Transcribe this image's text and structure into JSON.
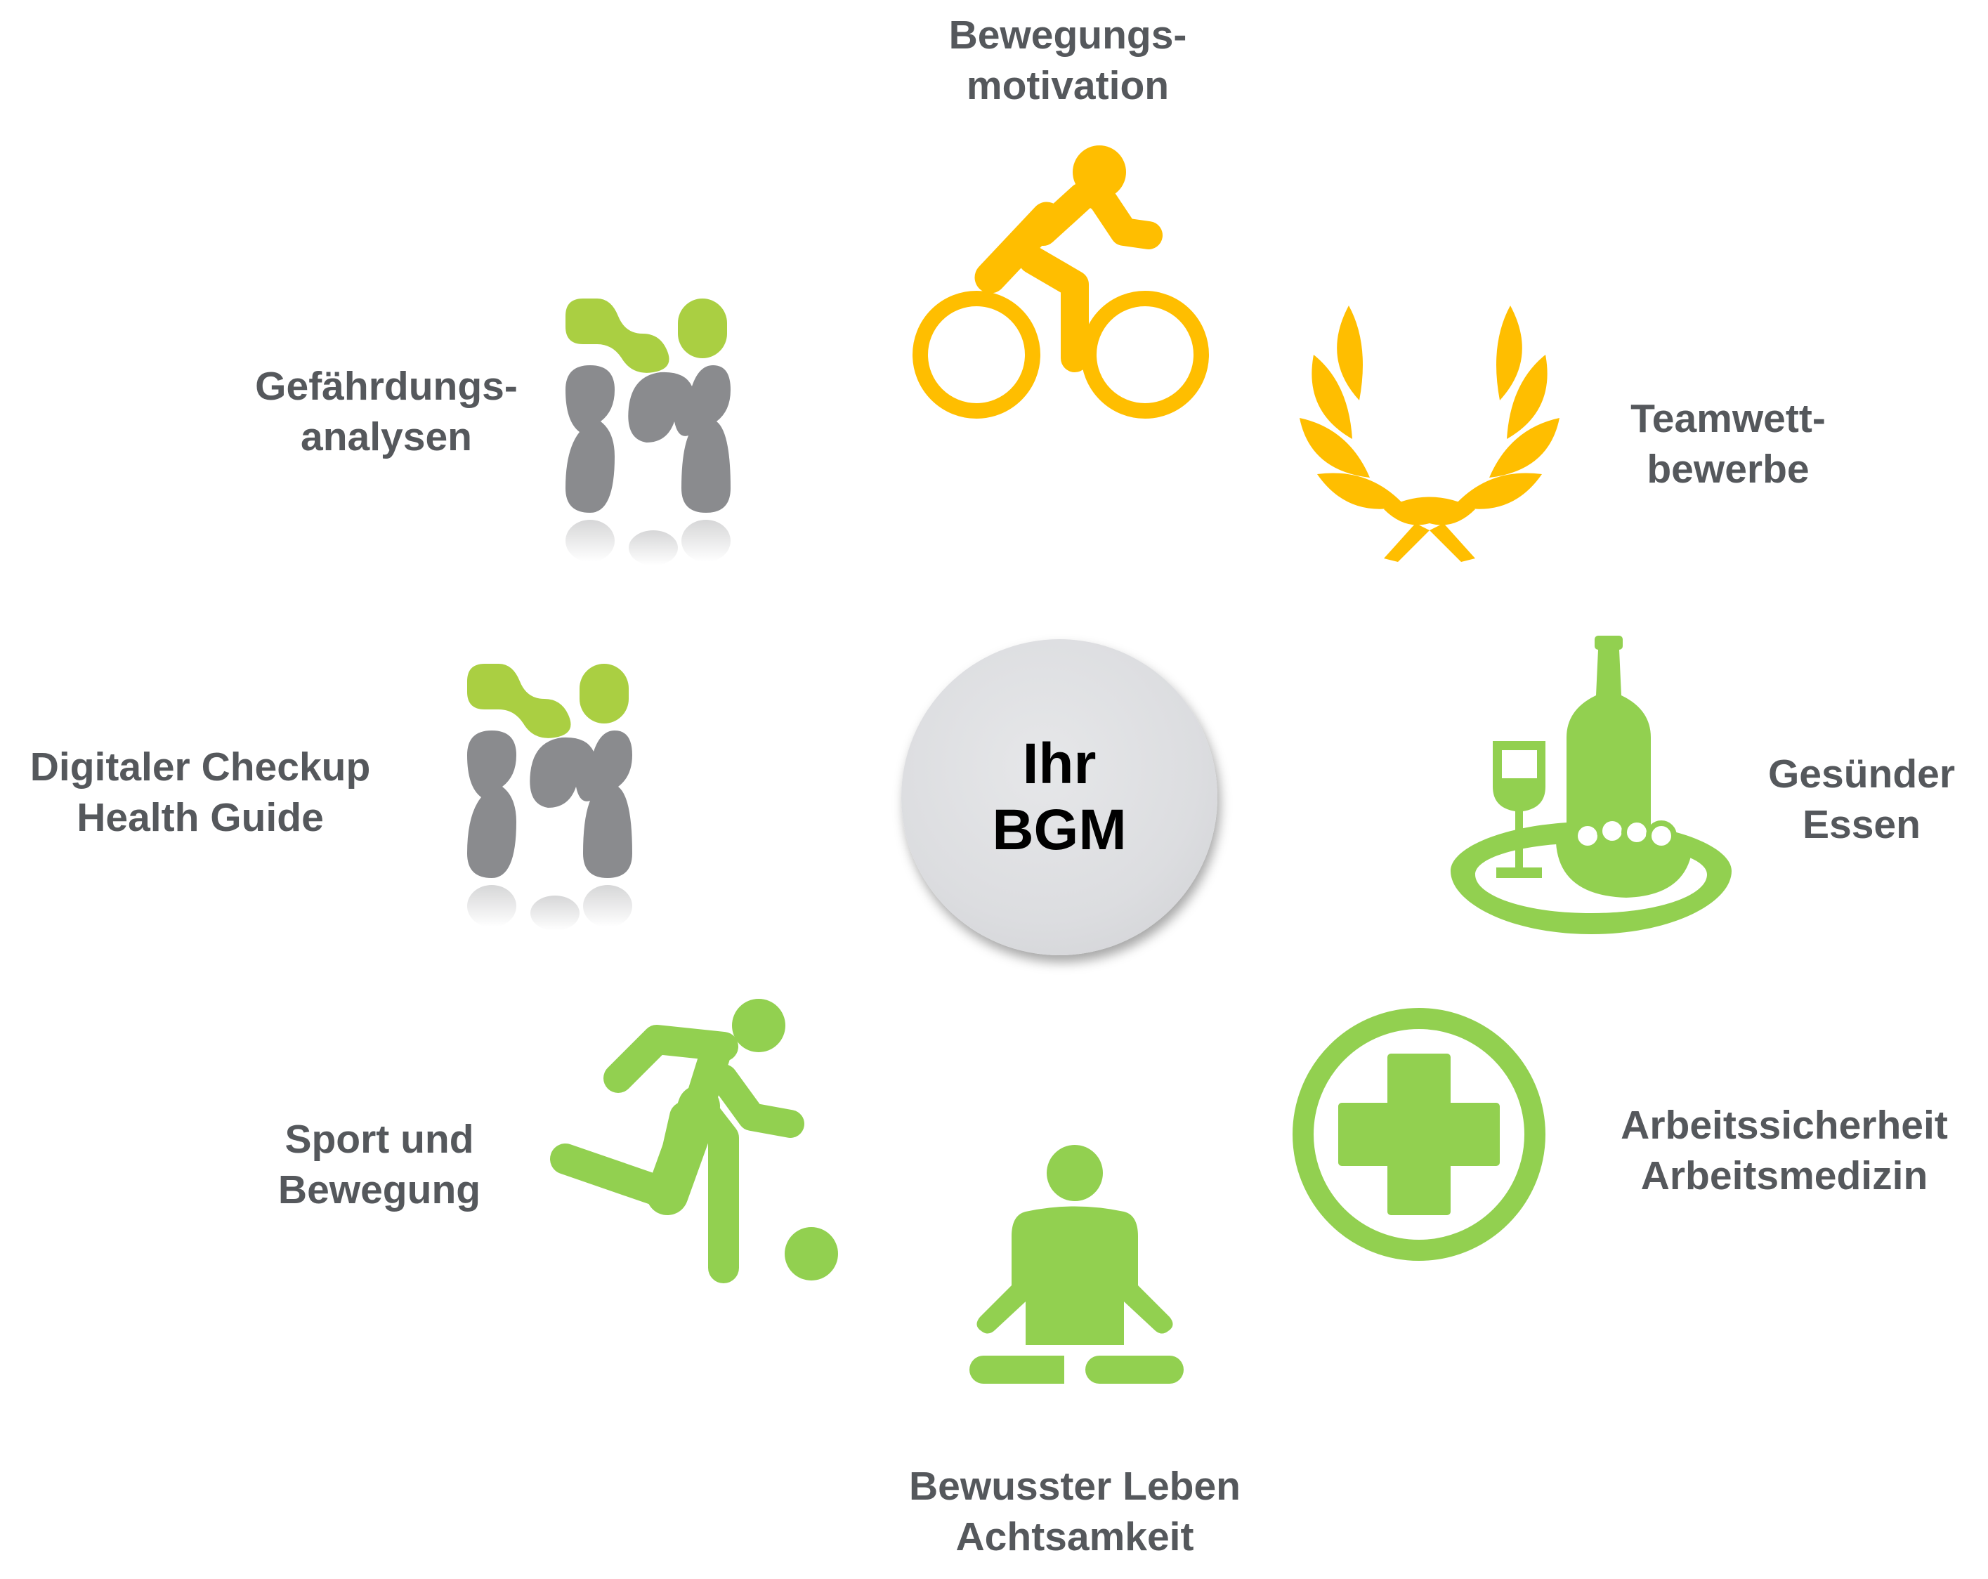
{
  "center": {
    "line1": "Ihr",
    "line2": "BGM"
  },
  "colors": {
    "yellow": "#FFBE00",
    "green": "#92D050",
    "gray": "#8A8B8E",
    "text": "#55585C"
  },
  "nodes": [
    {
      "id": "bewegungsmotivation",
      "icon": "cyclist-icon",
      "lines": [
        "Bewegungs-",
        "motivation"
      ]
    },
    {
      "id": "teamwettbewerbe",
      "icon": "laurel-wreath-icon",
      "lines": [
        "Teamwett-",
        "bewerbe"
      ]
    },
    {
      "id": "gesuender-essen",
      "icon": "food-tray-icon",
      "lines": [
        "Gesünder",
        "Essen"
      ]
    },
    {
      "id": "arbeitssicherheit",
      "icon": "medical-cross-icon",
      "lines": [
        "Arbeitssicherheit",
        "Arbeitsmedizin"
      ]
    },
    {
      "id": "bewusster-leben",
      "icon": "meditation-icon",
      "lines": [
        "Bewusster Leben",
        "Achtsamkeit"
      ]
    },
    {
      "id": "sport-und-bewegung",
      "icon": "soccer-player-icon",
      "lines": [
        "Sport und",
        "Bewegung"
      ]
    },
    {
      "id": "digitaler-checkup",
      "icon": "health-guide-logo-icon",
      "lines": [
        "Digitaler Checkup",
        "Health Guide"
      ]
    },
    {
      "id": "gefaehrdungsanalysen",
      "icon": "health-guide-logo-icon",
      "lines": [
        "Gefährdungs-",
        "analysen"
      ]
    }
  ]
}
